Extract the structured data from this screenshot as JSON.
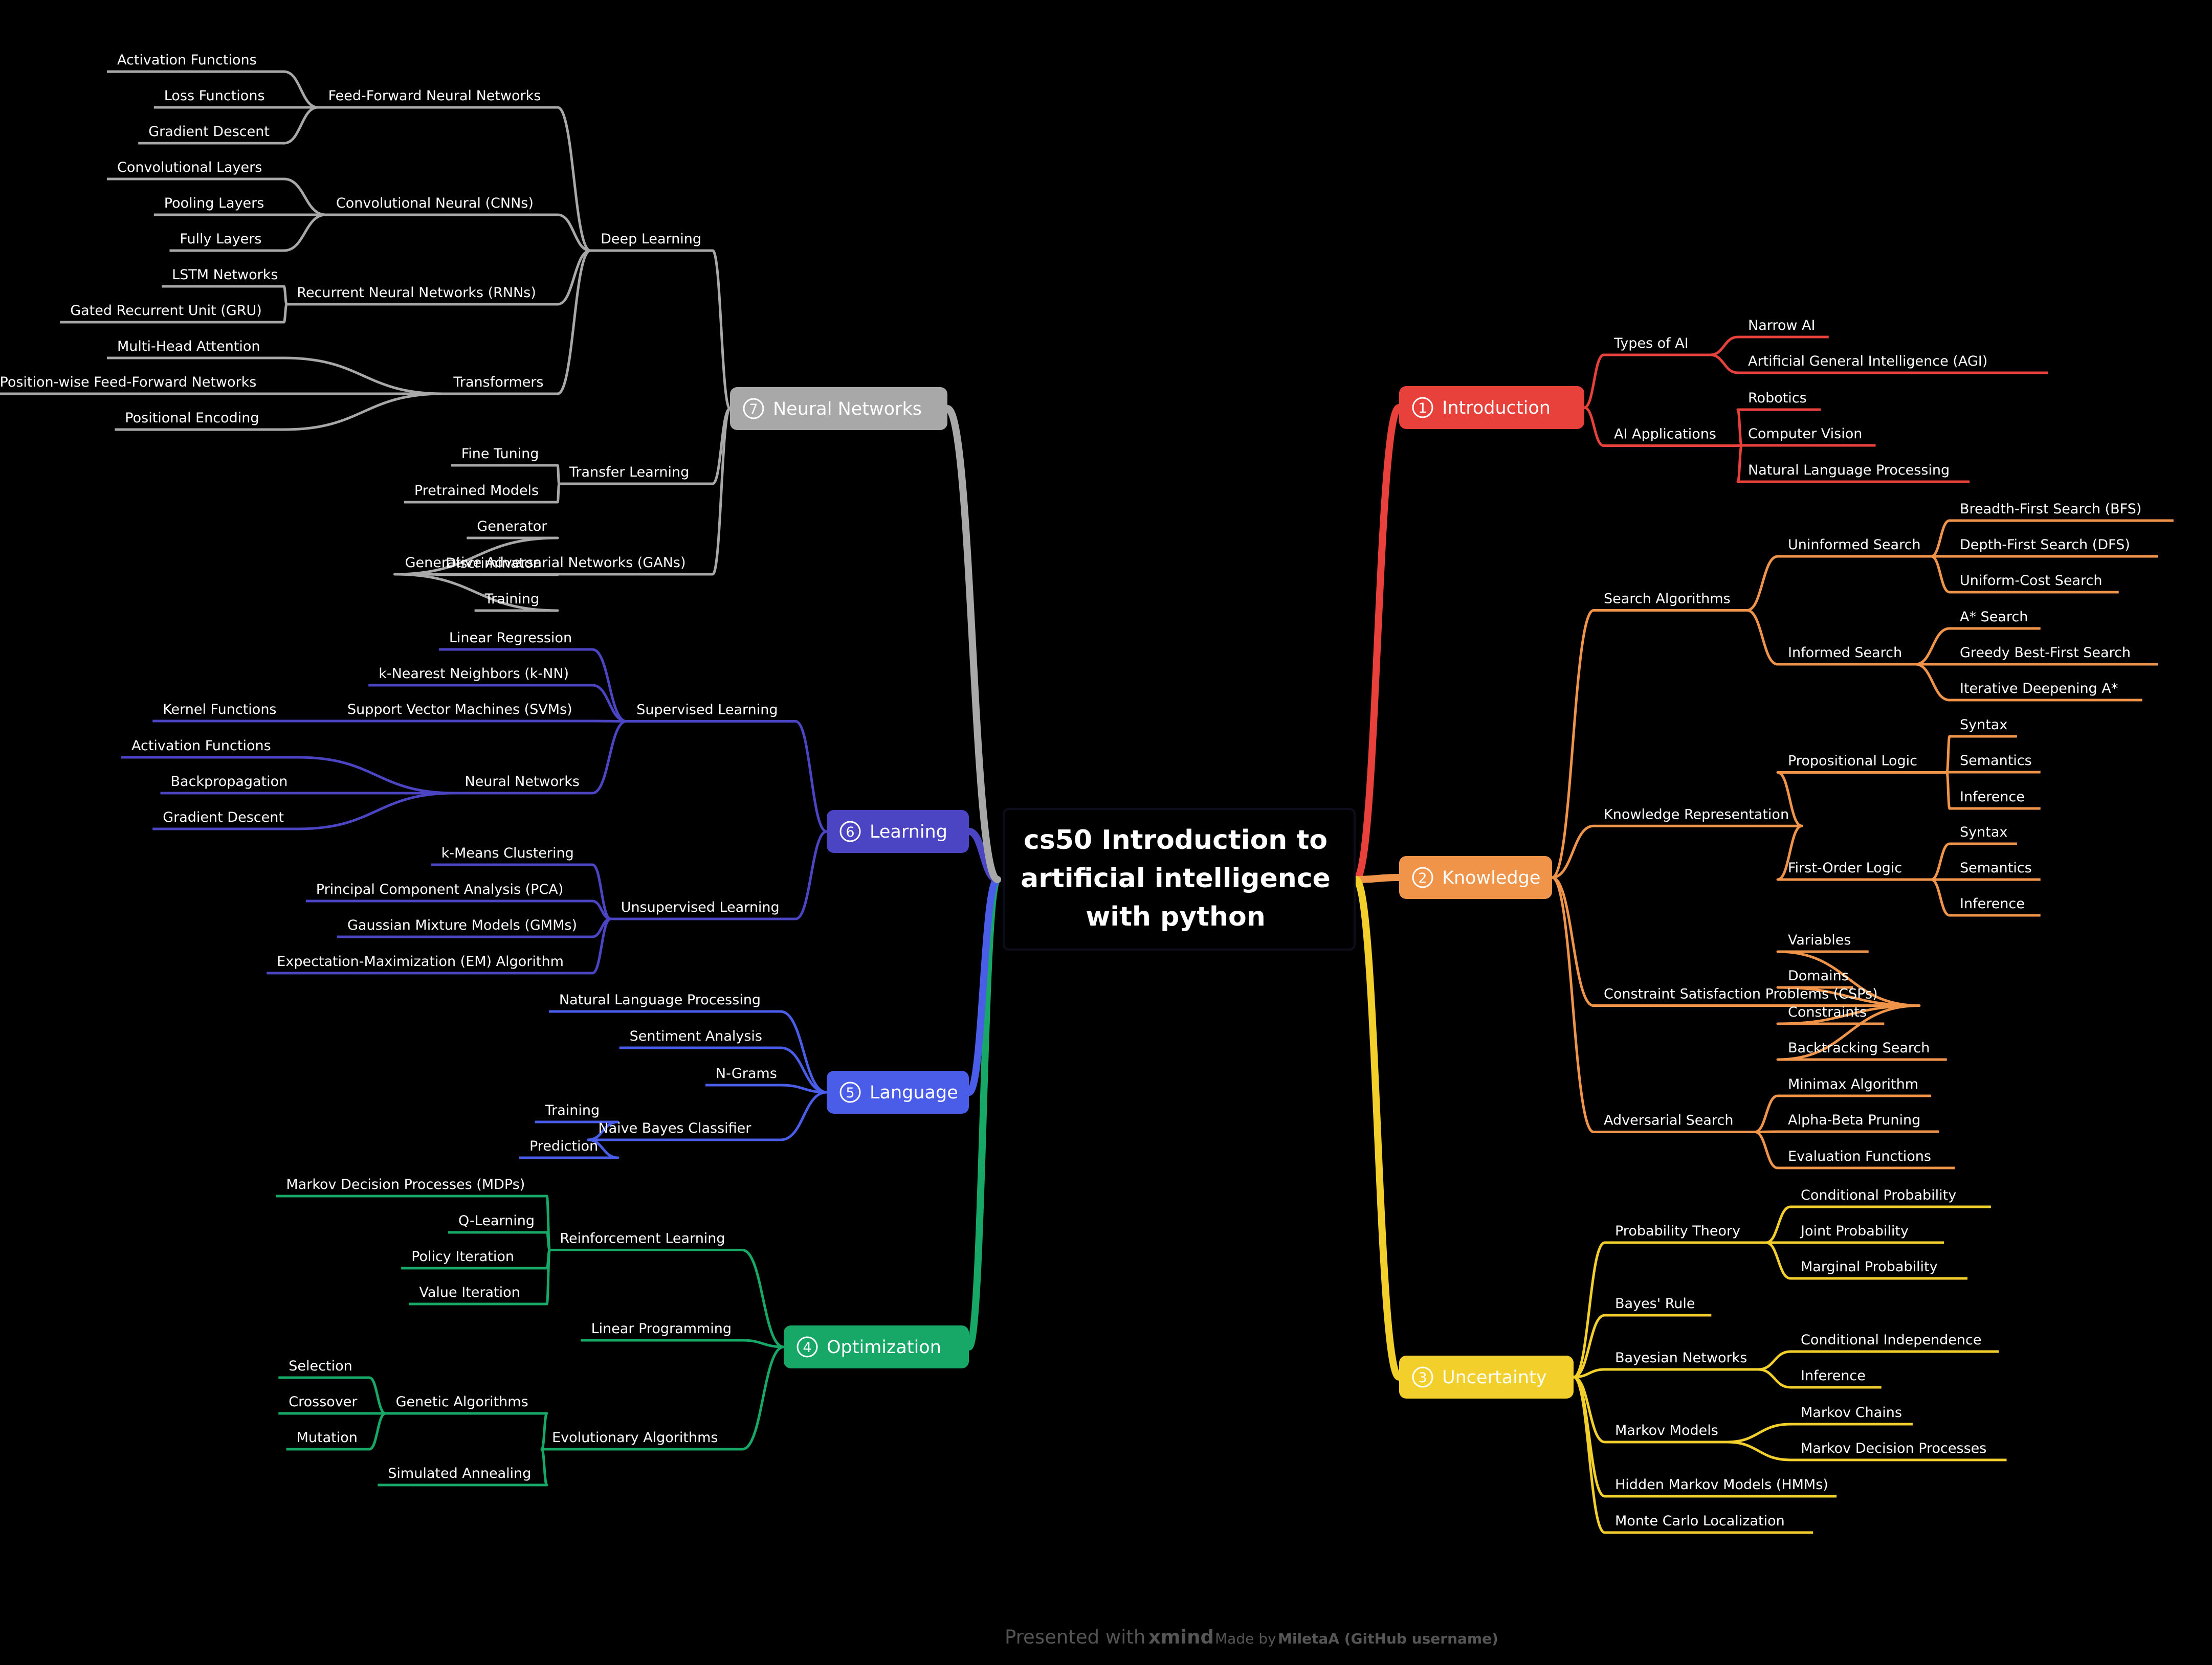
{
  "center": {
    "lines": [
      "cs50 Introduction to",
      "artificial intelligence",
      "with python"
    ]
  },
  "footer": {
    "presented": "Presented with",
    "brand": "xmind",
    "made_by": "Made by",
    "author": "MiletaA (GitHub username)"
  },
  "branches": [
    {
      "label": "Introduction",
      "number": "1",
      "color": "#e8403a",
      "side": "right",
      "children": [
        {
          "label": "Types of AI",
          "children": [
            {
              "label": "Narrow AI"
            },
            {
              "label": "Artificial General Intelligence (AGI)"
            }
          ]
        },
        {
          "label": "AI Applications",
          "children": [
            {
              "label": "Robotics"
            },
            {
              "label": "Computer Vision"
            },
            {
              "label": "Natural Language Processing"
            }
          ]
        }
      ]
    },
    {
      "label": "Knowledge",
      "number": "2",
      "color": "#f0944a",
      "side": "right",
      "children": [
        {
          "label": "Search Algorithms",
          "children": [
            {
              "label": "Uninformed Search",
              "children": [
                {
                  "label": "Breadth-First Search (BFS)"
                },
                {
                  "label": "Depth-First Search (DFS)"
                },
                {
                  "label": "Uniform-Cost Search"
                }
              ]
            },
            {
              "label": "Informed Search",
              "children": [
                {
                  "label": "A* Search"
                },
                {
                  "label": "Greedy Best-First Search"
                },
                {
                  "label": "Iterative Deepening A*"
                }
              ]
            }
          ]
        },
        {
          "label": "Knowledge Representation",
          "children": [
            {
              "label": "Propositional Logic",
              "children": [
                {
                  "label": "Syntax"
                },
                {
                  "label": "Semantics"
                },
                {
                  "label": "Inference"
                }
              ]
            },
            {
              "label": "First-Order Logic",
              "children": [
                {
                  "label": "Syntax"
                },
                {
                  "label": "Semantics"
                },
                {
                  "label": "Inference"
                }
              ]
            }
          ]
        },
        {
          "label": "Constraint Satisfaction Problems (CSPs)",
          "children": [
            {
              "label": "Variables"
            },
            {
              "label": "Domains"
            },
            {
              "label": "Constraints"
            },
            {
              "label": "Backtracking Search"
            }
          ]
        },
        {
          "label": "Adversarial Search",
          "children": [
            {
              "label": "Minimax Algorithm"
            },
            {
              "label": "Alpha-Beta Pruning"
            },
            {
              "label": "Evaluation Functions"
            }
          ]
        }
      ]
    },
    {
      "label": "Uncertainty",
      "number": "3",
      "color": "#f2cf2a",
      "side": "right",
      "children": [
        {
          "label": "Probability Theory",
          "children": [
            {
              "label": "Conditional Probability"
            },
            {
              "label": "Joint Probability"
            },
            {
              "label": "Marginal Probability"
            }
          ]
        },
        {
          "label": "Bayes' Rule"
        },
        {
          "label": "Bayesian Networks",
          "children": [
            {
              "label": "Conditional Independence"
            },
            {
              "label": "Inference"
            }
          ]
        },
        {
          "label": "Markov Models",
          "children": [
            {
              "label": "Markov Chains"
            },
            {
              "label": "Markov Decision Processes"
            }
          ]
        },
        {
          "label": "Hidden Markov Models (HMMs)"
        },
        {
          "label": "Monte Carlo Localization"
        }
      ]
    },
    {
      "label": "Optimization",
      "number": "4",
      "color": "#17a868",
      "side": "left",
      "children": [
        {
          "label": "Reinforcement Learning",
          "children": [
            {
              "label": "Markov Decision Processes (MDPs)"
            },
            {
              "label": "Q-Learning"
            },
            {
              "label": "Policy Iteration"
            },
            {
              "label": "Value Iteration"
            }
          ]
        },
        {
          "label": "Linear Programming"
        },
        {
          "label": "Evolutionary Algorithms",
          "children": [
            {
              "label": "Genetic Algorithms",
              "children": [
                {
                  "label": "Selection"
                },
                {
                  "label": "Crossover"
                },
                {
                  "label": "Mutation"
                }
              ]
            },
            {
              "label": "Simulated Annealing"
            }
          ]
        }
      ]
    },
    {
      "label": "Language",
      "number": "5",
      "color": "#4a5de8",
      "side": "left",
      "children": [
        {
          "label": "Natural Language Processing"
        },
        {
          "label": "Sentiment Analysis"
        },
        {
          "label": "N-Grams"
        },
        {
          "label": "Naive Bayes Classifier",
          "children": [
            {
              "label": "Training"
            },
            {
              "label": "Prediction"
            }
          ]
        }
      ]
    },
    {
      "label": "Learning",
      "number": "6",
      "color": "#4b45c4",
      "side": "left",
      "children": [
        {
          "label": "Supervised Learning",
          "children": [
            {
              "label": "Linear Regression"
            },
            {
              "label": "k-Nearest Neighbors (k-NN)"
            },
            {
              "label": "Support Vector Machines (SVMs)",
              "children": [
                {
                  "label": "Kernel Functions"
                }
              ]
            },
            {
              "label": "Neural Networks",
              "children": [
                {
                  "label": "Activation Functions"
                },
                {
                  "label": "Backpropagation"
                },
                {
                  "label": "Gradient Descent"
                }
              ]
            }
          ]
        },
        {
          "label": "Unsupervised Learning",
          "children": [
            {
              "label": "k-Means Clustering"
            },
            {
              "label": "Principal Component Analysis (PCA)"
            },
            {
              "label": "Gaussian Mixture Models (GMMs)"
            },
            {
              "label": "Expectation-Maximization (EM) Algorithm"
            }
          ]
        }
      ]
    },
    {
      "label": "Neural Networks",
      "number": "7",
      "color": "#a8a8a8",
      "side": "left",
      "children": [
        {
          "label": "Deep Learning",
          "children": [
            {
              "label": "Feed-Forward Neural Networks",
              "children": [
                {
                  "label": "Activation Functions"
                },
                {
                  "label": "Loss Functions"
                },
                {
                  "label": "Gradient Descent"
                }
              ]
            },
            {
              "label": "Convolutional Neural (CNNs)",
              "children": [
                {
                  "label": "Convolutional Layers"
                },
                {
                  "label": "Pooling Layers"
                },
                {
                  "label": "Fully Layers"
                }
              ]
            },
            {
              "label": "Recurrent Neural Networks (RNNs)",
              "children": [
                {
                  "label": "LSTM Networks"
                },
                {
                  "label": "Gated Recurrent Unit (GRU)"
                }
              ]
            },
            {
              "label": "Transformers",
              "children": [
                {
                  "label": "Multi-Head Attention"
                },
                {
                  "label": "Position-wise Feed-Forward Networks"
                },
                {
                  "label": "Positional Encoding"
                }
              ]
            }
          ]
        },
        {
          "label": "Transfer Learning",
          "children": [
            {
              "label": "Fine Tuning"
            },
            {
              "label": "Pretrained Models"
            }
          ]
        },
        {
          "label": "Generative Adversarial Networks (GANs)",
          "children": [
            {
              "label": "Generator"
            },
            {
              "label": "Discriminator"
            },
            {
              "label": "Training"
            }
          ]
        }
      ]
    }
  ]
}
